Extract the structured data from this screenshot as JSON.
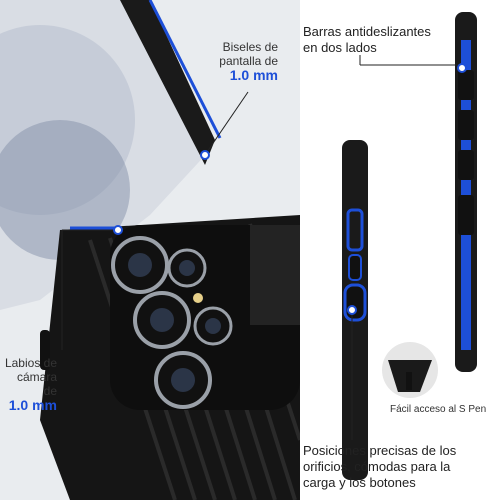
{
  "annotations": {
    "bezel": {
      "line1": "Biseles de",
      "line2": "pantalla de",
      "value": "1.0 mm"
    },
    "camera_lip": {
      "line1": "Labios de",
      "line2": "cámara de",
      "value": "1.0 mm"
    },
    "grip": {
      "line1": "Barras antideslizantes",
      "line2": "en dos lados"
    },
    "spen": {
      "text": "Fácil acceso al S Pen"
    },
    "cutouts": {
      "line1": "Posiciones precisas de los",
      "line2": "orificios, cómodas para la",
      "line3": "carga y los botones"
    }
  },
  "colors": {
    "accent_blue": "#1d4fd8",
    "case_black": "#1a1a1a",
    "background_left": "#e9ecef",
    "background_right": "#ffffff"
  }
}
